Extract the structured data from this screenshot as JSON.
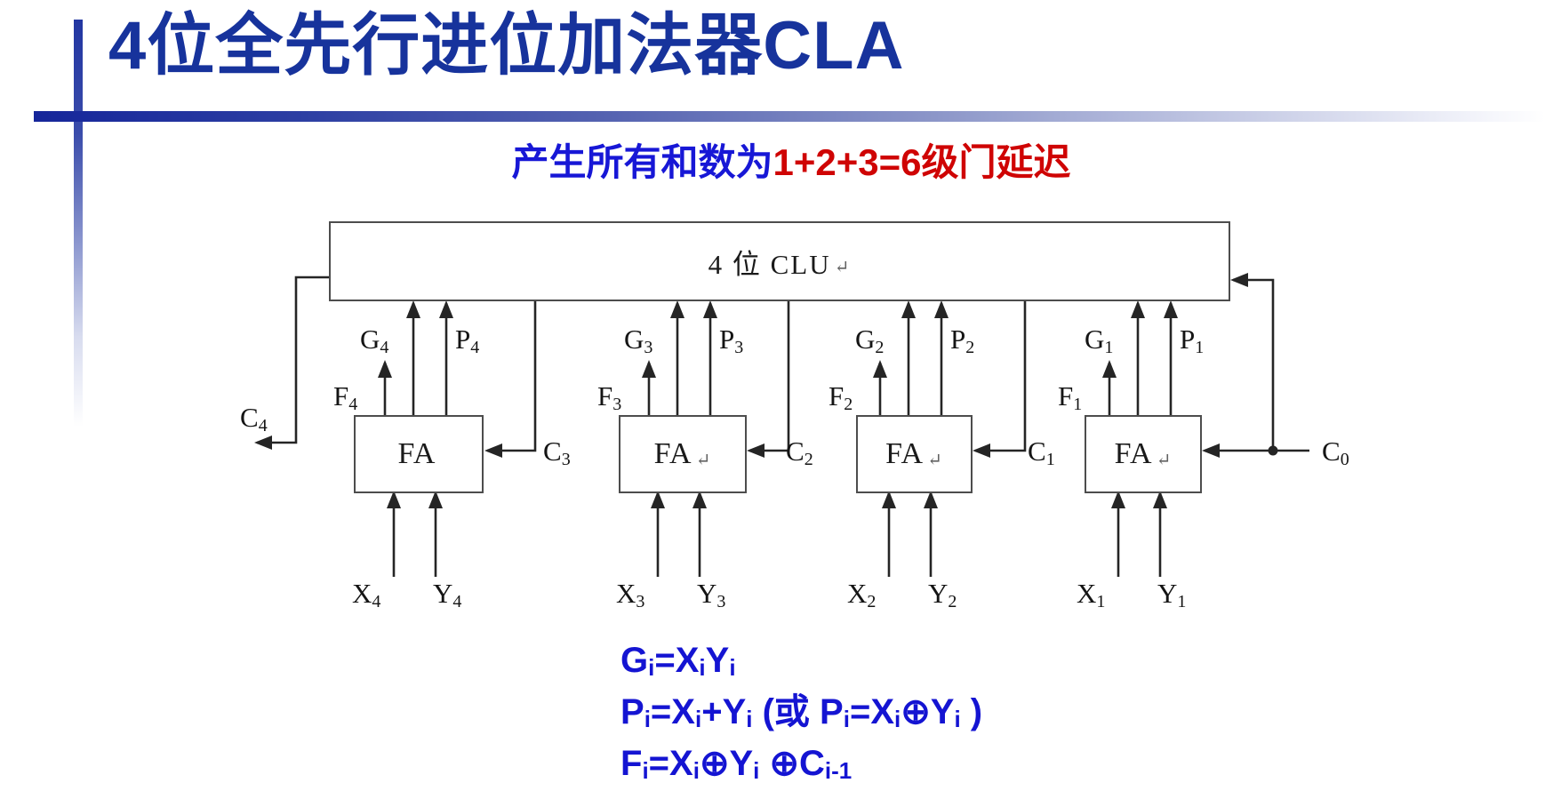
{
  "slide": {
    "title": "4位全先行进位加法器CLA",
    "subtitle": {
      "blue_part": "产生所有和数为",
      "red_part": "1+2+3=6级门延迟"
    },
    "colors": {
      "title_navy": "#17339c",
      "subtitle_blue": "#1717d6",
      "subtitle_red": "#cf0404",
      "formula_blue": "#1414d2",
      "accent_bar_blue": "#2236a2",
      "diagram_line": "#252525"
    }
  },
  "diagram": {
    "clu": {
      "label": "4 位 CLU",
      "return_mark": "↵"
    },
    "fa_units": [
      {
        "id": "fa4",
        "label": "FA",
        "return_mark": ""
      },
      {
        "id": "fa3",
        "label": "FA",
        "return_mark": "↵"
      },
      {
        "id": "fa2",
        "label": "FA",
        "return_mark": "↵"
      },
      {
        "id": "fa1",
        "label": "FA",
        "return_mark": "↵"
      }
    ],
    "signals": {
      "c4": {
        "main": "C",
        "sub": "4"
      },
      "c3": {
        "main": "C",
        "sub": "3"
      },
      "c2": {
        "main": "C",
        "sub": "2"
      },
      "c1": {
        "main": "C",
        "sub": "1"
      },
      "c0": {
        "main": "C",
        "sub": "0"
      },
      "g4": {
        "main": "G",
        "sub": "4"
      },
      "g3": {
        "main": "G",
        "sub": "3"
      },
      "g2": {
        "main": "G",
        "sub": "2"
      },
      "g1": {
        "main": "G",
        "sub": "1"
      },
      "p4": {
        "main": "P",
        "sub": "4"
      },
      "p3": {
        "main": "P",
        "sub": "3"
      },
      "p2": {
        "main": "P",
        "sub": "2"
      },
      "p1": {
        "main": "P",
        "sub": "1"
      },
      "f4": {
        "main": "F",
        "sub": "4"
      },
      "f3": {
        "main": "F",
        "sub": "3"
      },
      "f2": {
        "main": "F",
        "sub": "2"
      },
      "f1": {
        "main": "F",
        "sub": "1"
      },
      "x4": {
        "main": "X",
        "sub": "4"
      },
      "x3": {
        "main": "X",
        "sub": "3"
      },
      "x2": {
        "main": "X",
        "sub": "2"
      },
      "x1": {
        "main": "X",
        "sub": "1"
      },
      "y4": {
        "main": "Y",
        "sub": "4"
      },
      "y3": {
        "main": "Y",
        "sub": "3"
      },
      "y2": {
        "main": "Y",
        "sub": "2"
      },
      "y1": {
        "main": "Y",
        "sub": "1"
      }
    }
  },
  "formulas": {
    "line1": [
      {
        "text": "G"
      },
      {
        "sub": "i"
      },
      {
        "text": "=X"
      },
      {
        "sub": "i"
      },
      {
        "text": "Y"
      },
      {
        "sub": "i"
      }
    ],
    "line2": [
      {
        "text": "P"
      },
      {
        "sub": "i"
      },
      {
        "text": "=X"
      },
      {
        "sub": "i"
      },
      {
        "text": "+Y"
      },
      {
        "sub": "i"
      },
      {
        "text": "  (或 P"
      },
      {
        "sub": "i"
      },
      {
        "text": "=X"
      },
      {
        "sub": "i"
      },
      {
        "text": "⊕Y"
      },
      {
        "sub": "i"
      },
      {
        "text": " )"
      }
    ],
    "line3": [
      {
        "text": "F"
      },
      {
        "sub": "i"
      },
      {
        "text": "=X"
      },
      {
        "sub": "i"
      },
      {
        "text": "⊕Y"
      },
      {
        "sub": "i"
      },
      {
        "text": " ⊕C"
      },
      {
        "sub": "i-1"
      }
    ]
  }
}
